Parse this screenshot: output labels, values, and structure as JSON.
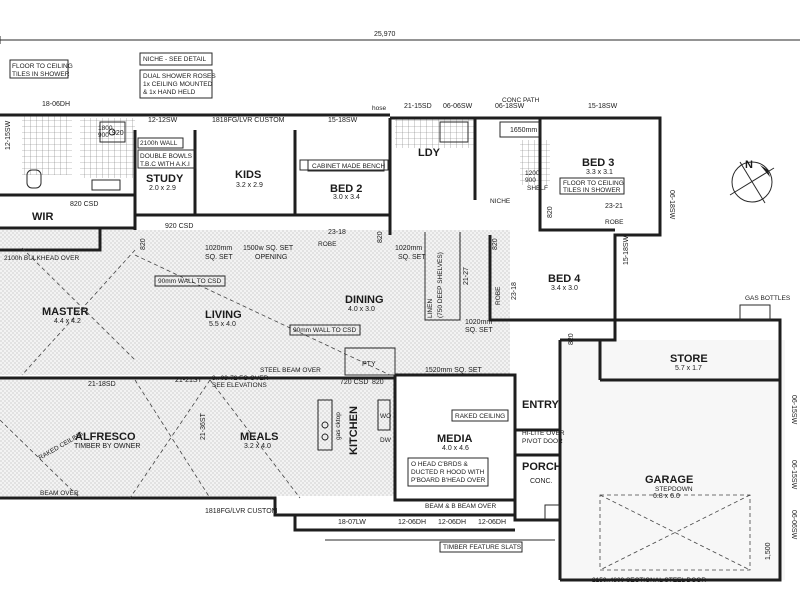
{
  "overall_dimension": "25,970",
  "callouts": {
    "floor_ceiling_tiles": [
      "FLOOR TO CEILING",
      "TILES IN SHOWER"
    ],
    "niche_detail": "NICHE - SEE DETAIL",
    "dual_shower": [
      "DUAL SHOWER ROSES",
      "1x CEILING MOUNTED",
      "& 1x HAND HELD"
    ],
    "wall_2100": "2100h WALL",
    "double_bowls": [
      "DOUBLE BOWLS",
      "T.B.C WITH A.K.I"
    ],
    "cabinet_bench": "CABINET MADE BENCH",
    "bed3_tiles": [
      "FLOOR TO CEILING",
      "TILES IN SHOWER"
    ],
    "bulkhead": "2100h BULKHEAD OVER",
    "wall_to_csd_1": "90mm WALL TO CSD",
    "wall_to_csd_2": "90mm WALL TO CSD",
    "linen": [
      "LINEN",
      "(750 DEEP SHELVES)"
    ],
    "raked_ceiling": "RAKED CEILING",
    "hi_lite": [
      "HI-LITE OVER",
      "PIVOT DOOR",
      "PORCH"
    ],
    "media_note": [
      "O HEAD C'BRDS &",
      "DUCTED R HOOD WITH",
      "P'BOARD B'HEAD OVER"
    ],
    "timber_slats": "TIMBER FEATURE SLATS",
    "garage_door": "2150x4800 SECTIONAL STEEL DOOR",
    "gas_bottles": "GAS BOTTLES",
    "conc_path": "CONC PATH",
    "hose": "hose",
    "fo_over": [
      "3x 03-72 FO OVER",
      "SEE ELEVATIONS"
    ],
    "beam_and_beam": "BEAM & B BEAM OVER",
    "steel_beam": "STEEL BEAM OVER",
    "beam_over": "BEAM OVER",
    "raked_ceiling_diag": "RAKED CEILING",
    "stepdown": "STEPDOWN",
    "conc": "CONC.",
    "niche": "NICHE",
    "robe": "ROBE",
    "shelves": "SHELF"
  },
  "rooms": [
    {
      "name": "KIDS",
      "size": "3.2 x 2.9"
    },
    {
      "name": "STUDY",
      "size": "2.0 x 2.9"
    },
    {
      "name": "BED 2",
      "size": "3.0 x 3.4"
    },
    {
      "name": "LDY",
      "size": ""
    },
    {
      "name": "BED 3",
      "size": "3.3 x 3.1"
    },
    {
      "name": "WIR",
      "size": ""
    },
    {
      "name": "MASTER",
      "size": "4.4 x 4.2"
    },
    {
      "name": "LIVING",
      "size": "5.5 x 4.0"
    },
    {
      "name": "DINING",
      "size": "4.0 x 3.0"
    },
    {
      "name": "BED 4",
      "size": "3.4 x 3.0"
    },
    {
      "name": "STORE",
      "size": "5.7 x 1.7"
    },
    {
      "name": "ALFRESCO",
      "size": "TIMBER BY OWNER"
    },
    {
      "name": "MEALS",
      "size": "3.2 x 4.0"
    },
    {
      "name": "KITCHEN",
      "size": ""
    },
    {
      "name": "MEDIA",
      "size": "4.0 x 4.6"
    },
    {
      "name": "ENTRY",
      "size": ""
    },
    {
      "name": "PORCH",
      "size": "CONC."
    },
    {
      "name": "GARAGE",
      "size": "6.8 x 6.0"
    },
    {
      "name": "PTY",
      "size": ""
    }
  ],
  "openings": {
    "w1": "18-06DH",
    "w2": "12-15SW",
    "w3": "12-12SW",
    "w4": "1818FG/LVR CUSTOM",
    "w5": "15-18SW",
    "w6": "21-15SD",
    "w7": "06-06SW",
    "w8": "06-18SW",
    "w9": "15-18SW",
    "w10": "06-18SW",
    "w11": "15-18SW",
    "w12": "06-15SW",
    "w13": "21-18SD",
    "w14": "21-21ST",
    "w15": "21-36ST",
    "w16": "1818FG/LVR CUSTOM",
    "w17": "18-07LW",
    "w18": "12-06DH",
    "w19": "12-06DH",
    "w20": "12-06DH",
    "w21": "06-06SW",
    "w22": "21-27",
    "w23": "23-18",
    "w24": "23-18",
    "w25": "23-21",
    "w26": "06-15SW"
  },
  "doors": {
    "d1": "820 CSD",
    "d2": "920 CSD",
    "d3": "820",
    "d4": "820",
    "d5": "820",
    "d6": "820",
    "d7": "820",
    "d8": "920",
    "d9": "720 CSD",
    "d10": "820",
    "d11": "1020mm",
    "d12": "1020mm",
    "d13": "1020mm"
  },
  "set_downs": {
    "s1": "1500w SQ. SET",
    "s2": "SQ. SET",
    "s3": "OPENING",
    "s4": "SQ. SET",
    "s5": "SQ. SET",
    "s6": "1520mm SQ. SET"
  },
  "fixtures": {
    "bath_len": "1650mm",
    "shower_size": [
      "1800",
      "900"
    ],
    "shower_size2": [
      "1200",
      "900"
    ],
    "garage_dim": "1,500",
    "wo": "WO",
    "dw": "DW",
    "gas": "gas cktop"
  },
  "north_label": "N",
  "colors": {
    "ink": "#1e1e1e",
    "paper": "#ffffff"
  }
}
